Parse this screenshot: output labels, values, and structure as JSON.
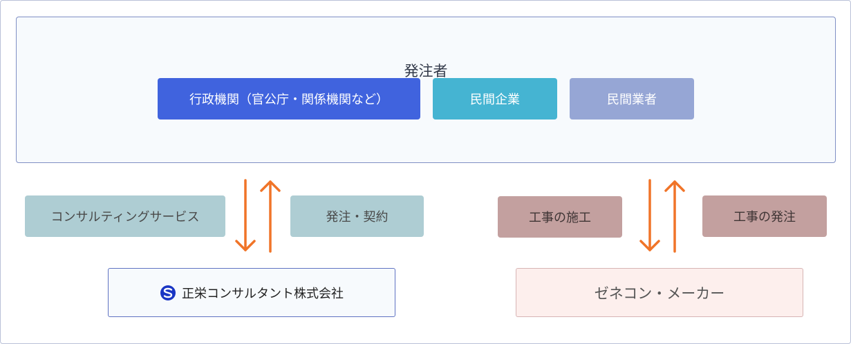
{
  "client": {
    "title": "発注者"
  },
  "client_types": [
    {
      "label": "行政機関（官公庁・関係機関など）",
      "color": "#4063de"
    },
    {
      "label": "民間企業",
      "color": "#45b4d2"
    },
    {
      "label": "民間業者",
      "color": "#96a6d5"
    }
  ],
  "left_flow": {
    "labels": [
      "コンサルティングサービス",
      "発注・契約"
    ],
    "company": "正栄コンサルタント株式会社",
    "logo_icon": "company-logo-icon"
  },
  "right_flow": {
    "labels": [
      "工事の施工",
      "工事の発注"
    ],
    "contractor": "ゼネコン・メーカー"
  },
  "colors": {
    "arrow": "#f07428",
    "tag_blue": "#aecdd3",
    "tag_brown": "#c3a09f"
  }
}
